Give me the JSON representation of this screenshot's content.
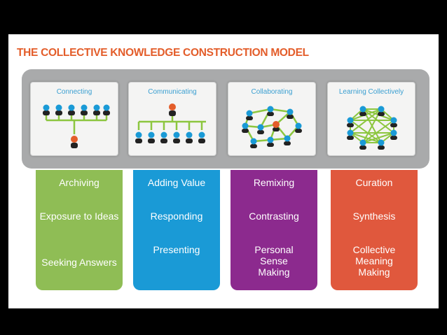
{
  "title": "THE COLLECTIVE KNOWLEDGE CONSTRUCTION MODEL",
  "icons": {
    "connecting": "connecting-network-icon",
    "communicating": "communicating-network-icon",
    "collaborating": "collaborating-network-icon",
    "learning": "learning-collectively-network-icon"
  },
  "colors": {
    "title": "#e35d2a",
    "panel": "#a9aaab",
    "card_label": "#3a9fd1",
    "network_line": "#8cc63f",
    "person_head": "#1a9ad6",
    "person_body": "#222222",
    "highlight_person": "#e35d2a"
  },
  "stages": [
    {
      "name": "Connecting",
      "color": "#8fbd55",
      "items": [
        "Archiving",
        "Exposure to Ideas",
        "Seeking Answers"
      ]
    },
    {
      "name": "Communicating",
      "color": "#1a9ad6",
      "items": [
        "Adding Value",
        "Responding",
        "Presenting"
      ]
    },
    {
      "name": "Collaborating",
      "color": "#8c2a8e",
      "items": [
        "Remixing",
        "Contrasting",
        "Personal Sense Making"
      ]
    },
    {
      "name": "Learning Collectively",
      "color": "#e0583d",
      "items": [
        "Curation",
        "Synthesis",
        "Collective Meaning Making"
      ]
    }
  ]
}
